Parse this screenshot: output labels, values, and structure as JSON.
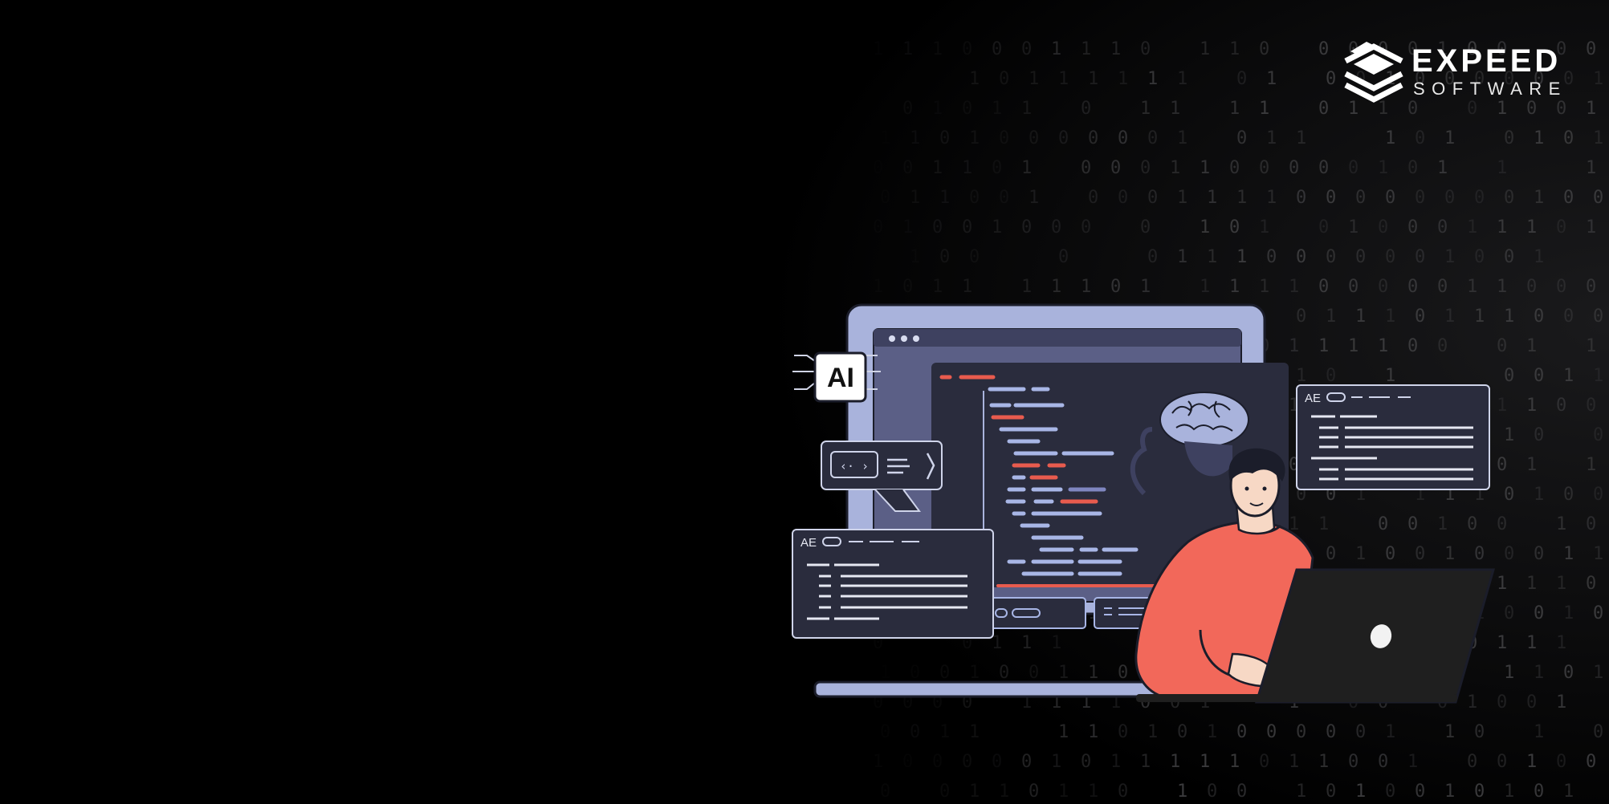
{
  "brand": {
    "name_line1": "EXPEED",
    "name_line2": "SOFTWARE",
    "logo_icon": "stacked-chevron-layers-icon"
  },
  "illustration": {
    "ai_badge_label": "AI",
    "panel_left_label": "AE",
    "panel_right_label": "AE",
    "icons": [
      "brain-icon",
      "code-bracket-icon",
      "laptop-icon",
      "person-figure"
    ]
  },
  "colors": {
    "background": "#000000",
    "binary_digits": "#3a3a3c",
    "monitor_frame": "#a9b3dc",
    "screen": "#5b5f86",
    "editor": "#2a2c3d",
    "code_red": "#e85b4e",
    "code_blue": "#a8b6e6",
    "sweater": "#f2685a",
    "laptop": "#1f1f1f"
  }
}
